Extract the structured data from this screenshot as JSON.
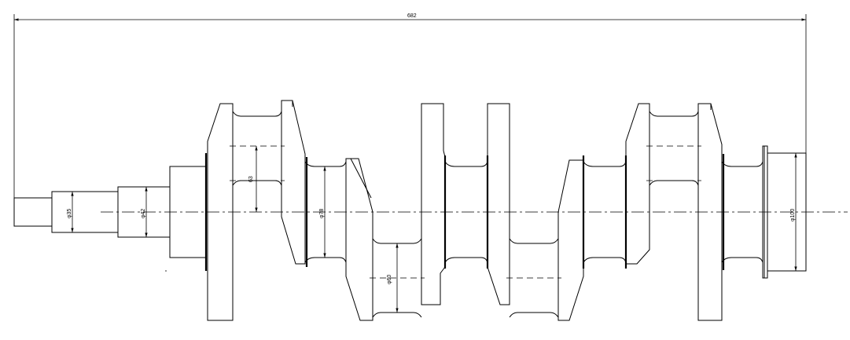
{
  "dimensions": {
    "overall_length": "682",
    "first_journal_dia": "φ35",
    "second_journal_dia": "φ42",
    "crank_radius": "63",
    "main_journal_dia": "φ78",
    "crankpin_dia": "φ60",
    "flange_dia": "φ100"
  }
}
